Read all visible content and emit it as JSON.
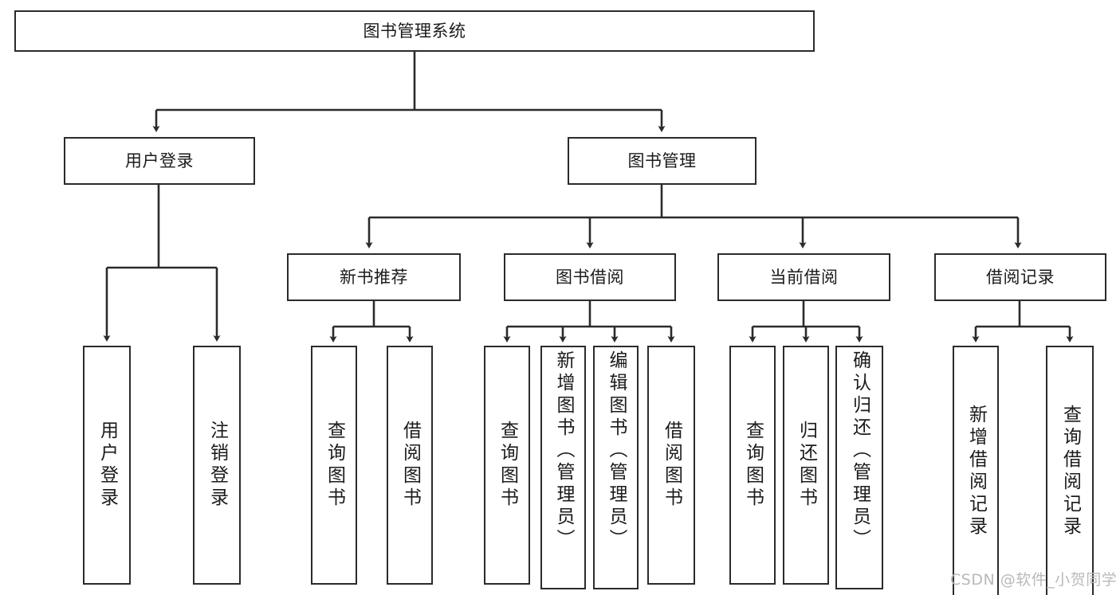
{
  "diagram": {
    "title": "图书管理系统",
    "type": "hierarchy-tree",
    "colors": {
      "box_border": "#2b2b2b",
      "box_fill": "#ffffff",
      "edge": "#2b2b2b",
      "text": "#1b1b1b",
      "watermark": "#b9b9b9"
    },
    "root": {
      "label": "图书管理系统"
    },
    "level2": [
      {
        "label": "用户登录"
      },
      {
        "label": "图书管理"
      }
    ],
    "level3": [
      {
        "label": "新书推荐"
      },
      {
        "label": "图书借阅"
      },
      {
        "label": "当前借阅"
      },
      {
        "label": "借阅记录"
      }
    ],
    "leaves": {
      "user_login": [
        {
          "label": "用户登录"
        },
        {
          "label": "注销登录"
        }
      ],
      "new_book_recommend": [
        {
          "label": "查询图书"
        },
        {
          "label": "借阅图书"
        }
      ],
      "book_borrow": [
        {
          "label": "查询图书"
        },
        {
          "label": "新增图书（管理员）"
        },
        {
          "label": "编辑图书（管理员）"
        },
        {
          "label": "借阅图书"
        }
      ],
      "current_borrow": [
        {
          "label": "查询图书"
        },
        {
          "label": "归还图书"
        },
        {
          "label": "确认归还（管理员）"
        }
      ],
      "borrow_record": [
        {
          "label": "新增借阅记录"
        },
        {
          "label": "查询借阅记录"
        }
      ]
    }
  },
  "watermark": {
    "text": "CSDN @软件_小贺同学"
  }
}
